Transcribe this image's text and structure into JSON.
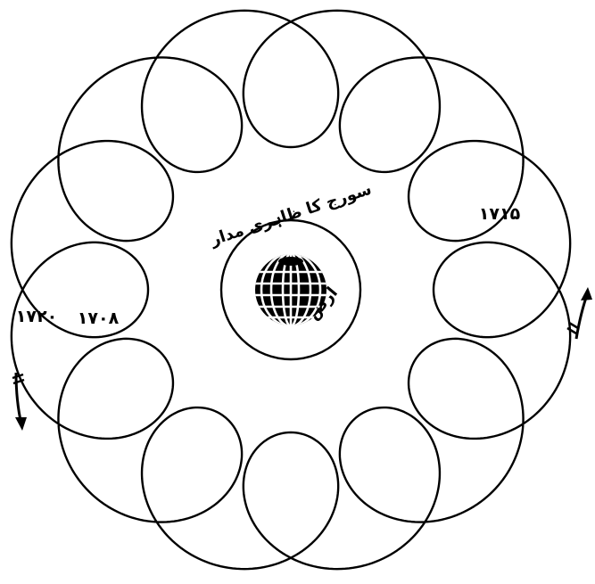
{
  "labels": {
    "sun_orbit": "سورج کا ظاہری مدار",
    "earth": "ارض",
    "year_right": "۱۷۱۵",
    "year_left_inner": "۱۷۰۸",
    "year_left_outer": "۱۷۲۰"
  }
}
